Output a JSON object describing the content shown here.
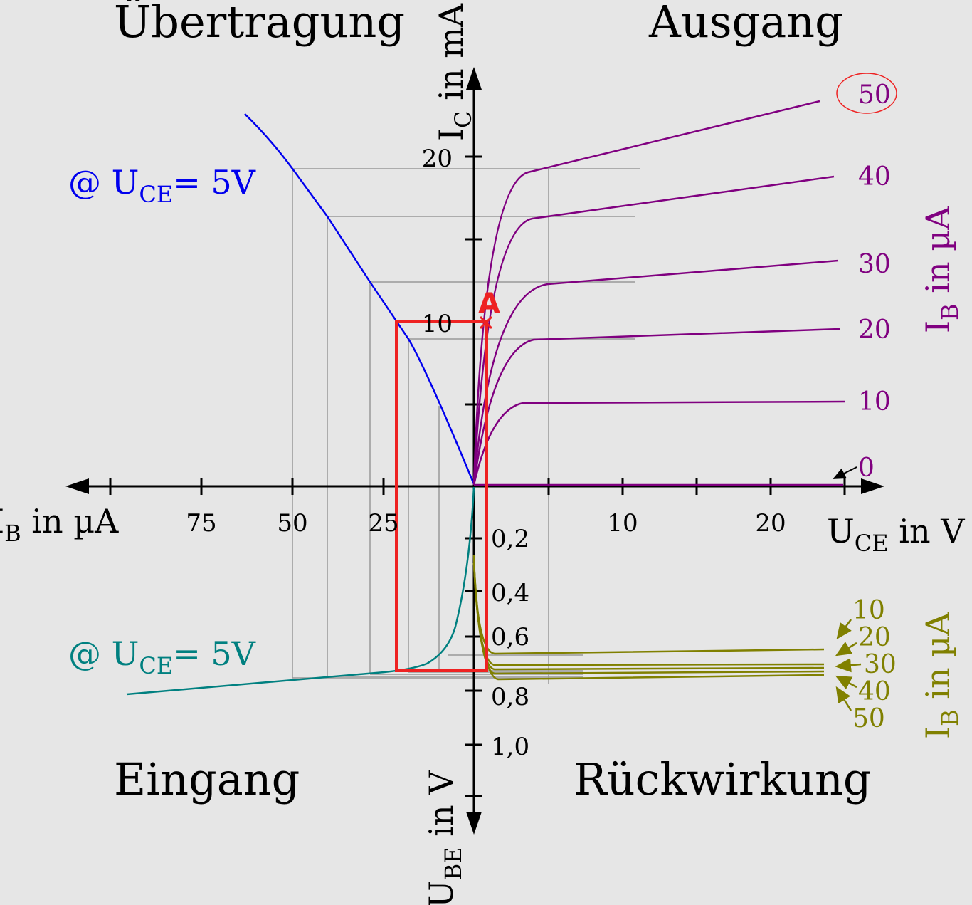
{
  "quadrants": {
    "transfer": "Übertragung",
    "output": "Ausgang",
    "input": "Eingang",
    "feedback": "Rückwirkung"
  },
  "axes": {
    "ic": {
      "main": "I",
      "sub": "C",
      "rest": " in mA"
    },
    "ib": {
      "main": "I",
      "sub": "B",
      "rest": " in µA"
    },
    "uce": {
      "main": "U",
      "sub": "CE",
      "rest": " in V"
    },
    "ube": {
      "main": "U",
      "sub": "BE",
      "rest": " in V"
    }
  },
  "ticks": {
    "ic": [
      "20",
      "10"
    ],
    "ib": [
      "75",
      "50",
      "25"
    ],
    "uce": [
      "10",
      "20"
    ],
    "ube": [
      "0,2",
      "0,4",
      "0,6",
      "0,8",
      "1,0"
    ]
  },
  "conditions": {
    "transfer": {
      "pre": "@ U",
      "sub": "CE",
      "post": "= 5V"
    },
    "input": {
      "pre": "@ U",
      "sub": "CE",
      "post": "= 5V"
    }
  },
  "output_curve_labels": [
    "50",
    "40",
    "30",
    "20",
    "10",
    "0"
  ],
  "output_param": {
    "main": "I",
    "sub": "B",
    "rest": " in µA"
  },
  "feedback_curve_labels": [
    "10",
    "20",
    "30",
    "40",
    "50"
  ],
  "feedback_param": {
    "main": "I",
    "sub": "B",
    "rest": " in µA"
  },
  "operating_point": "A",
  "colors": {
    "transfer": "#0000ee",
    "output": "#800080",
    "input": "#008080",
    "feedback": "#808000",
    "highlight": "#ee2222",
    "grid": "#999999"
  }
}
